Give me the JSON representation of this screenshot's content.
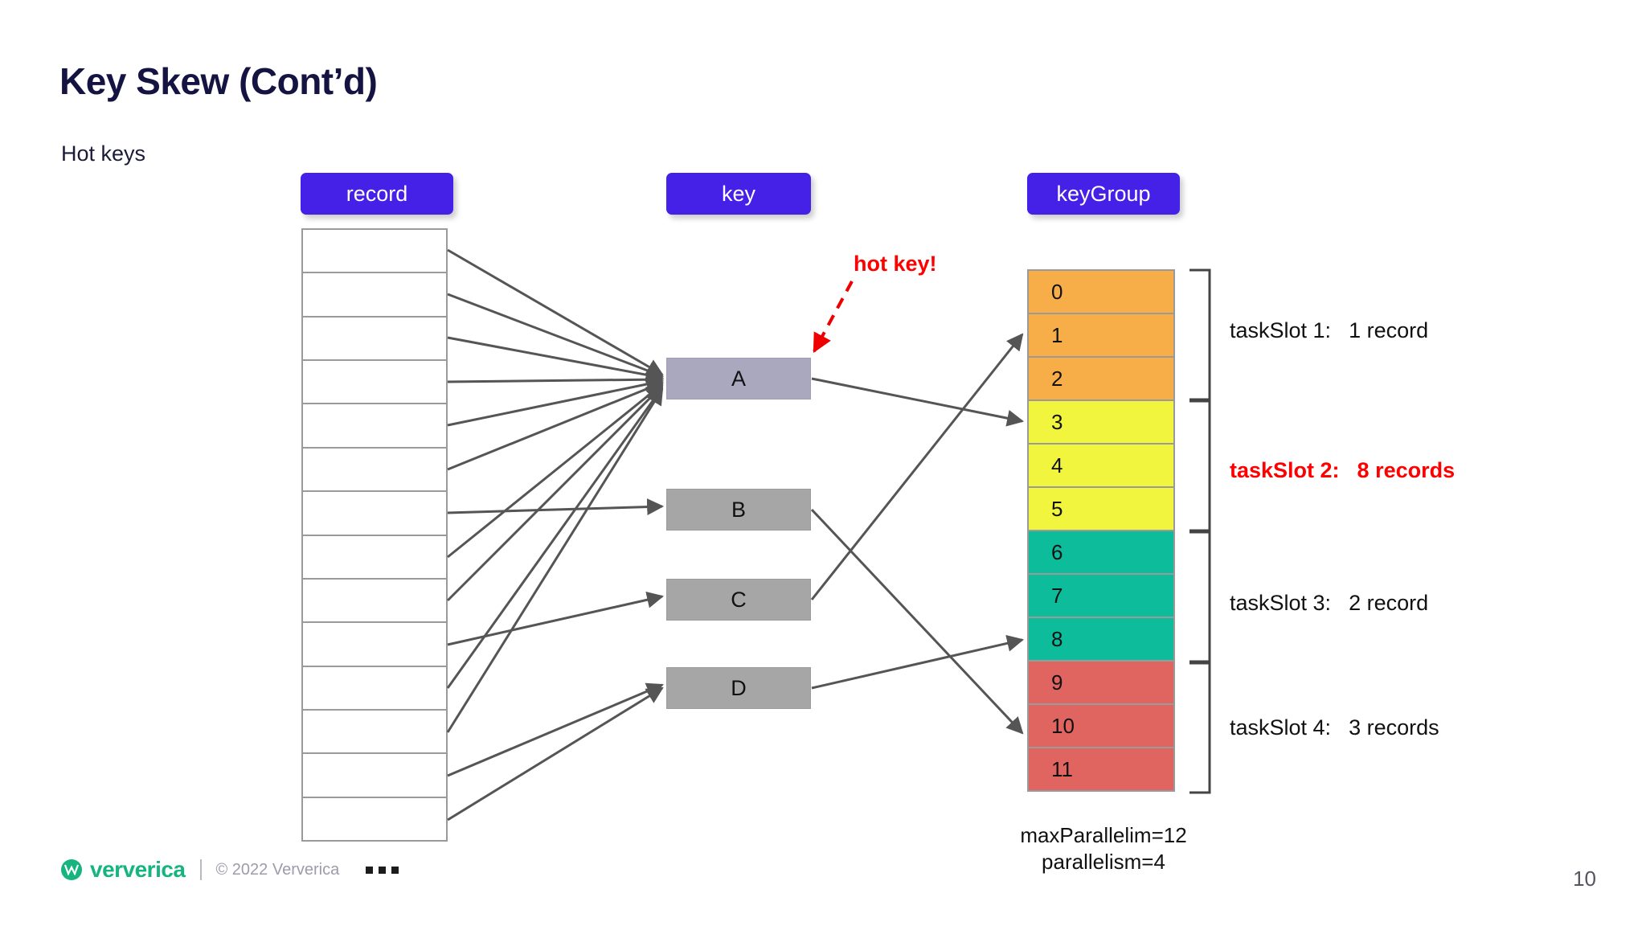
{
  "header": {
    "title": "Key Skew (Cont’d)",
    "subtitle": "Hot keys"
  },
  "columns": {
    "record_label": "record",
    "key_label": "key",
    "keygroup_label": "keyGroup"
  },
  "record": {
    "row_count": 14,
    "rows": [
      "",
      "",
      "",
      "",
      "",
      "",
      "",
      "",
      "",
      "",
      "",
      "",
      "",
      ""
    ]
  },
  "keys": [
    {
      "label": "A",
      "hot": true
    },
    {
      "label": "B",
      "hot": false
    },
    {
      "label": "C",
      "hot": false
    },
    {
      "label": "D",
      "hot": false
    }
  ],
  "keygroups": [
    {
      "id": "0",
      "color": "#f7ae48"
    },
    {
      "id": "1",
      "color": "#f7ae48"
    },
    {
      "id": "2",
      "color": "#f7ae48"
    },
    {
      "id": "3",
      "color": "#f2f53d"
    },
    {
      "id": "4",
      "color": "#f2f53d"
    },
    {
      "id": "5",
      "color": "#f2f53d"
    },
    {
      "id": "6",
      "color": "#0dbc9b"
    },
    {
      "id": "7",
      "color": "#0dbc9b"
    },
    {
      "id": "8",
      "color": "#0dbc9b"
    },
    {
      "id": "9",
      "color": "#e0645f"
    },
    {
      "id": "10",
      "color": "#e0645f"
    },
    {
      "id": "11",
      "color": "#e0645f"
    }
  ],
  "task_slots": [
    {
      "name": "taskSlot 1:",
      "count": "1 record",
      "highlight": false
    },
    {
      "name": "taskSlot 2:",
      "count": "8 records",
      "highlight": true
    },
    {
      "name": "taskSlot 3:",
      "count": "2 record",
      "highlight": false
    },
    {
      "name": "taskSlot 4:",
      "count": "3 records",
      "highlight": false
    }
  ],
  "annotations": {
    "hot_key": "hot key!",
    "max_parallelism": "maxParallelim=12",
    "parallelism": "parallelism=4"
  },
  "footer": {
    "brand": "ververica",
    "copyright": "© 2022 Ververica",
    "page_number": "10"
  },
  "colors": {
    "accent_purple": "#4520e6",
    "hot_red": "#ff0000",
    "brand_teal": "#16b47f",
    "title_navy": "#141341",
    "wire_gray": "#555555",
    "hot_key_box": "#a9a8bf",
    "key_box": "#a6a6a6"
  }
}
